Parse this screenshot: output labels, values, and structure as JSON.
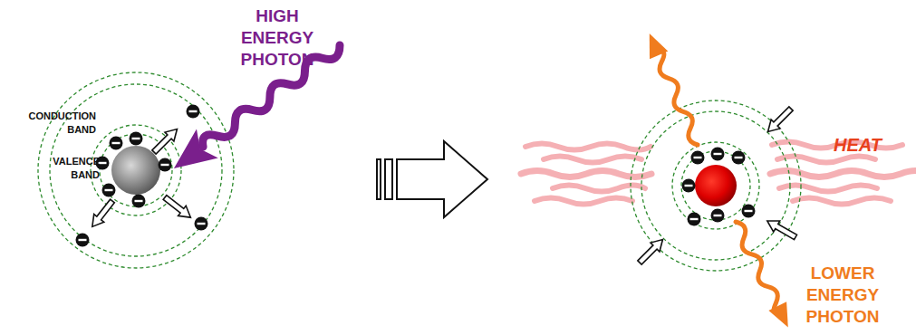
{
  "diagram": {
    "labels": [
      "HIGH ENERGY PHOTON",
      "CONDUCTION BAND",
      "VALENCE BAND",
      "HEAT",
      "LOWER ENERGY PHOTON"
    ]
  }
}
